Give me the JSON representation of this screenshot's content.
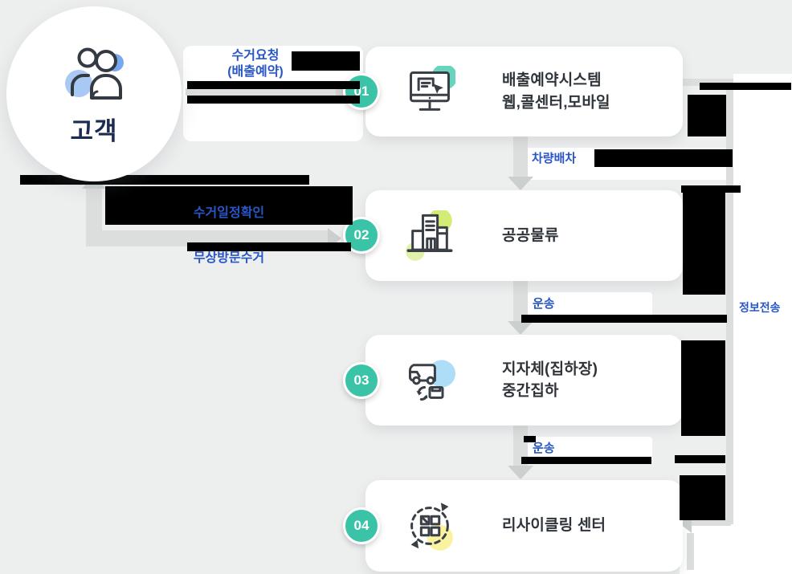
{
  "customer": {
    "label": "고객",
    "icon": "people-icon"
  },
  "steps": [
    {
      "number": "01",
      "lines": [
        "배출예약시스템",
        "웹,콜센터,모바일"
      ],
      "icon": "reservation-monitor-icon",
      "accent_color": "#4fccb1"
    },
    {
      "number": "02",
      "lines": [
        "공공물류"
      ],
      "icon": "logistics-building-icon",
      "accent_color": "#cdea67"
    },
    {
      "number": "03",
      "lines": [
        "지자체(집하장)",
        "중간집하"
      ],
      "icon": "truck-collection-icon",
      "accent_color": "#a5daf6"
    },
    {
      "number": "04",
      "lines": [
        "리사이클링 센터"
      ],
      "icon": "recycling-cycle-icon",
      "accent_color": "#f8f19c"
    }
  ],
  "labels": {
    "request_line1": "수거요청",
    "request_line2": "(배출예약)",
    "dispatch": "차량배차",
    "schedule_check": "수거일정확인",
    "free_pickup": "무상방문수거",
    "transport_1": "운송",
    "transport_2": "운송",
    "direct": "정보전송"
  },
  "colors": {
    "background": "#edeeee",
    "badge_teal": "#3bc3a8",
    "label_blue": "#2856c5",
    "card_text": "#2f343a",
    "arrow_gray": "#dcdedd",
    "artifact_black": "#000000"
  }
}
